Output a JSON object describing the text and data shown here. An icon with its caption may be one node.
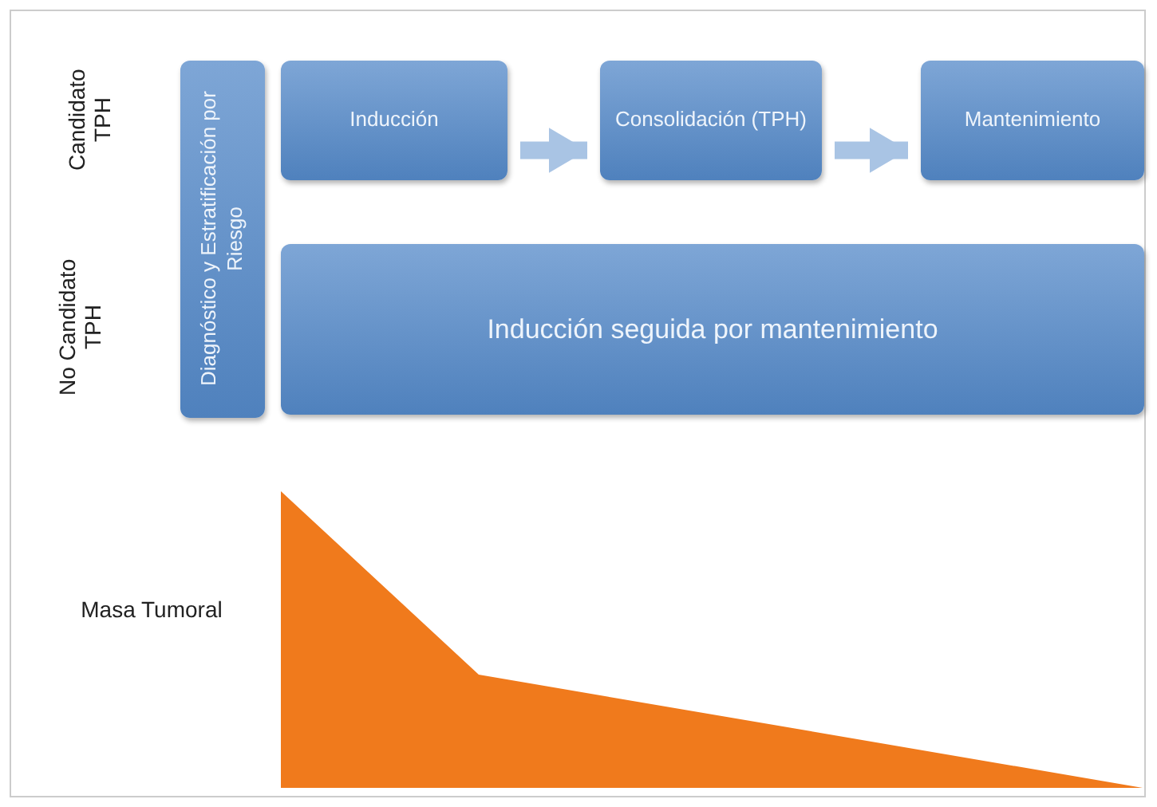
{
  "diagram": {
    "nodes": [
      {
        "text": [
          "Diagnóstico y Estratificación por Riesgo"
        ]
      },
      {
        "text": [
          "Inducción"
        ]
      },
      {
        "text": [
          "Consolidación (TPH)"
        ]
      },
      {
        "text": [
          "Mantenimiento"
        ]
      },
      {
        "text": [
          "Inducción seguida por mantenimiento"
        ]
      }
    ],
    "edges": [
      {
        "from": 1,
        "to": 2,
        "arrow": "to"
      },
      {
        "from": 2,
        "to": 3,
        "arrow": "to"
      }
    ],
    "labels": [
      "Candidato TPH",
      "No Candidato TPH",
      "Masa Tumoral"
    ]
  }
}
